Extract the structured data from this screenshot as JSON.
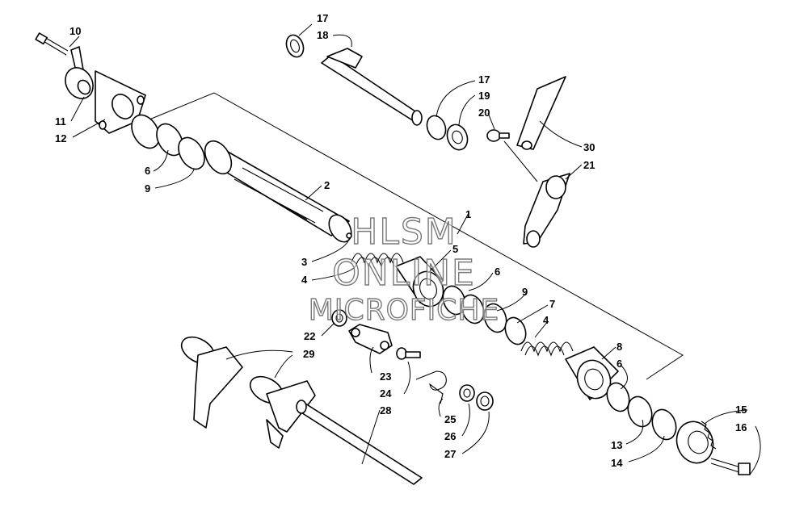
{
  "labels": {
    "l1": "1",
    "l2": "2",
    "l3": "3",
    "l4a": "4",
    "l4b": "4",
    "l5": "5",
    "l6a": "6",
    "l6b": "6",
    "l6c": "6",
    "l7": "7",
    "l8": "8",
    "l9a": "9",
    "l9b": "9",
    "l10": "10",
    "l11": "11",
    "l12": "12",
    "l13": "13",
    "l14": "14",
    "l15": "15",
    "l16": "16",
    "l17a": "17",
    "l17b": "17",
    "l18": "18",
    "l19": "19",
    "l20": "20",
    "l21": "21",
    "l22": "22",
    "l23": "23",
    "l24": "24",
    "l25": "25",
    "l26": "26",
    "l27": "27",
    "l28": "28",
    "l29": "29",
    "l30": "30"
  },
  "watermark": {
    "line1": "HLSM",
    "line2": "ONLINE",
    "line3": "MICROFICHE"
  }
}
